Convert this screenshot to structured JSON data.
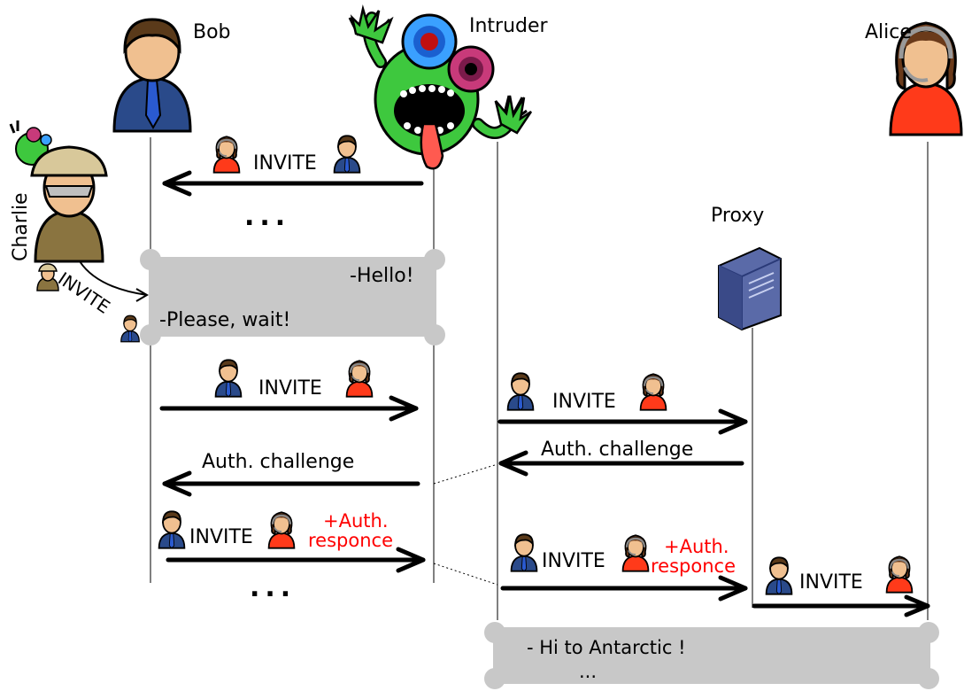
{
  "actors": {
    "bob": "Bob",
    "intruder": "Intruder",
    "alice": "Alice",
    "charlie": "Charlie",
    "proxy": "Proxy"
  },
  "messages": {
    "invite_forged": "INVITE",
    "ellipsis_1": "...",
    "charlie_invite": "INVITE",
    "bubble_hello": "-Hello!",
    "bubble_wait": "-Please, wait!",
    "bob_invite": "INVITE",
    "intruder_invite": "INVITE",
    "proxy_challenge": "Auth. challenge",
    "relayed_challenge": "Auth. challenge",
    "bob_auth_invite": "INVITE",
    "bob_auth_plus_1": "+Auth.",
    "bob_auth_plus_2": "responce",
    "ellipsis_2": "...",
    "intruder_auth_invite": "INVITE",
    "intruder_auth_plus_1": "+Auth.",
    "intruder_auth_plus_2": "responce",
    "proxy_invite": "INVITE",
    "bubble_hi": "- Hi to Antarctic !",
    "bubble_hi_more": "..."
  },
  "colors": {
    "arrow": "#000000",
    "bubble": "#c8c8c8",
    "auth_text": "#ff0000",
    "bob_suit": "#2a4a8a",
    "alice_shirt": "#ff3a1a",
    "charlie_coat": "#8a7440",
    "intruder_skin": "#3ec83e",
    "server": "#5a6aa8"
  },
  "icons": [
    "bob-avatar-icon",
    "alice-avatar-icon",
    "intruder-monster-icon",
    "charlie-spy-icon",
    "proxy-server-icon"
  ]
}
